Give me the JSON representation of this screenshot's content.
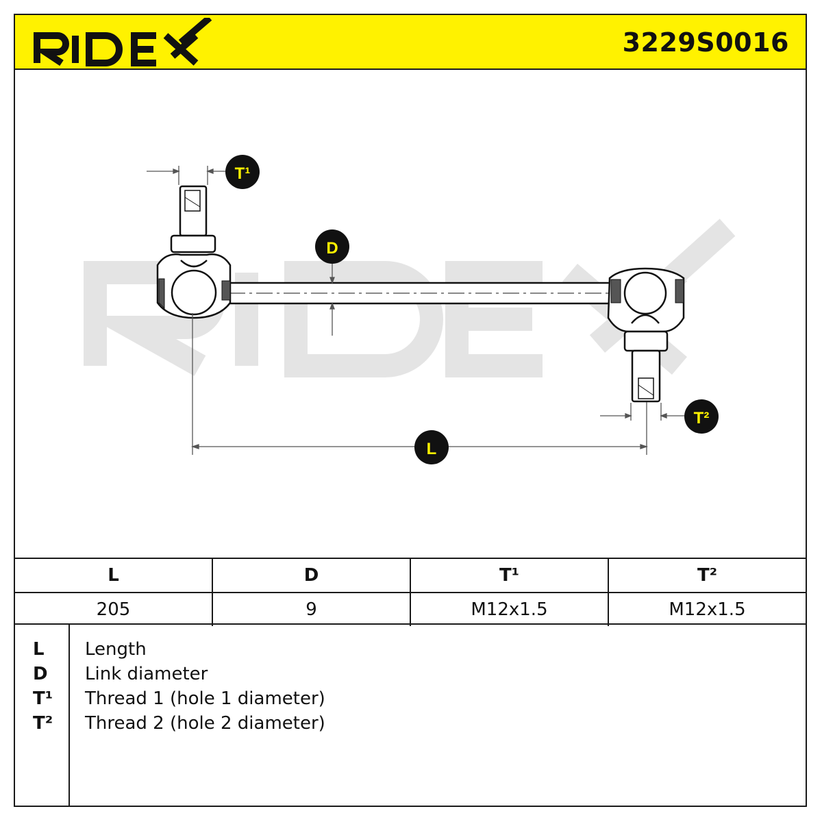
{
  "header": {
    "brand": "RIDEX",
    "part_number": "3229S0016",
    "accent_color": "#fff200"
  },
  "drawing": {
    "watermark": "RIDEX",
    "labels": {
      "t1": "T¹",
      "d": "D",
      "t2": "T²",
      "l": "L"
    }
  },
  "specs": {
    "headers": [
      "L",
      "D",
      "T¹",
      "T²"
    ],
    "values": [
      "205",
      "9",
      "M12x1.5",
      "M12x1.5"
    ]
  },
  "legend": [
    {
      "key": "L",
      "text": "Length"
    },
    {
      "key": "D",
      "text": "Link diameter"
    },
    {
      "key": "T¹",
      "text": "Thread 1 (hole 1 diameter)"
    },
    {
      "key": "T²",
      "text": "Thread 2 (hole 2 diameter)"
    }
  ]
}
